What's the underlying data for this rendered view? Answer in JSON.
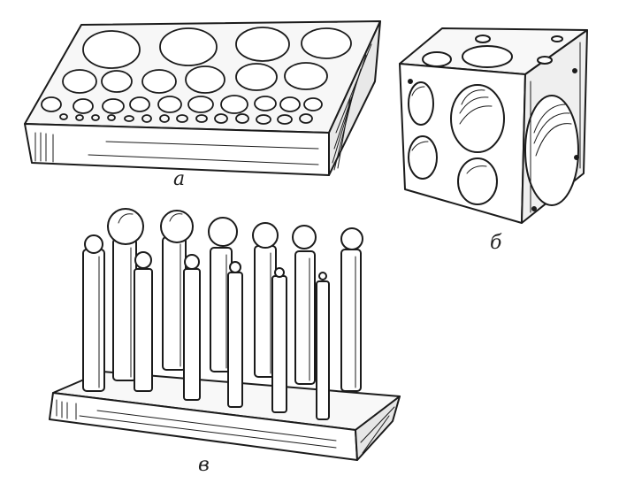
{
  "figure": {
    "labels": {
      "a": "а",
      "b": "б",
      "v": "в"
    }
  },
  "colors": {
    "ink": "#1b1b1b",
    "paper": "#ffffff"
  }
}
